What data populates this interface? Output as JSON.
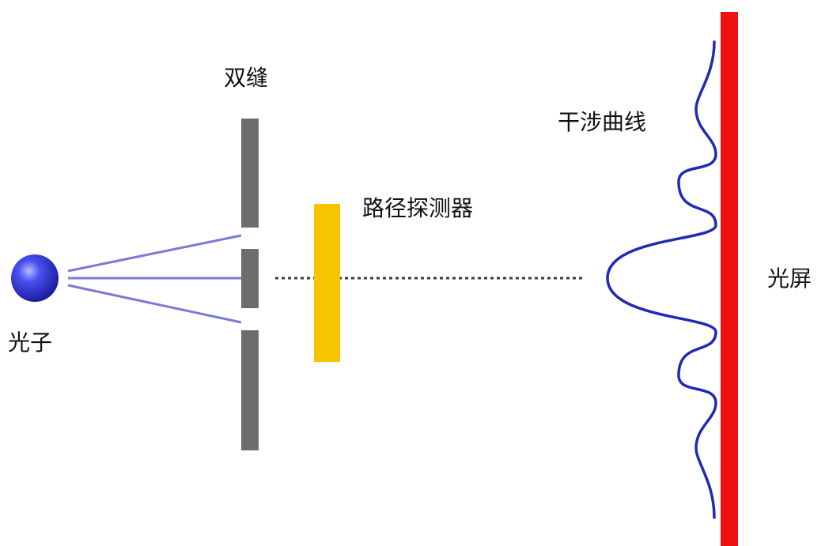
{
  "labels": {
    "double_slit": "双缝",
    "interference_curve": "干涉曲线",
    "path_detector": "路径探测器",
    "screen": "光屏",
    "photon": "光子"
  },
  "colors": {
    "photon": "#2c2fd8",
    "photon_highlight": "#9aa0ff",
    "rays": "#7a7ad6",
    "slit_barrier": "#6d6d6d",
    "detector": "#f7c400",
    "dotted_path": "#3a3a4a",
    "interference_curve": "#1f2bb3",
    "screen": "#ee1111"
  }
}
